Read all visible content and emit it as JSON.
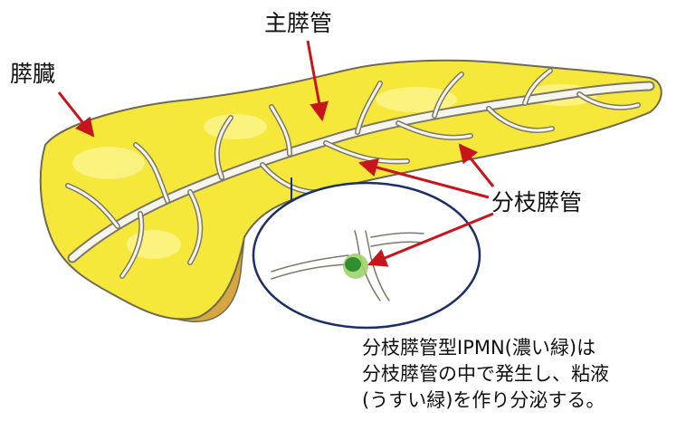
{
  "labels": {
    "organ": "膵臓",
    "main_duct": "主膵管",
    "branch_duct": "分枝膵管"
  },
  "caption": {
    "lines": [
      "分枝膵管型IPMN(濃い緑)は",
      "分枝膵管の中で発生し、粘液",
      "(うすい緑)を作り分泌する。"
    ]
  },
  "colors": {
    "organ_yellow": "#f6e83a",
    "organ_light": "#fbf48a",
    "organ_outline": "#6f6a52",
    "duct_fill": "#f7f6ee",
    "duct_outline": "#7d7868",
    "underside": "#d6a640",
    "arrow_red": "#c8141b",
    "callout_outline": "#1c2f6b",
    "ipmn_dark_green": "#2f8f2f",
    "mucin_light_green": "#9fd36a"
  }
}
